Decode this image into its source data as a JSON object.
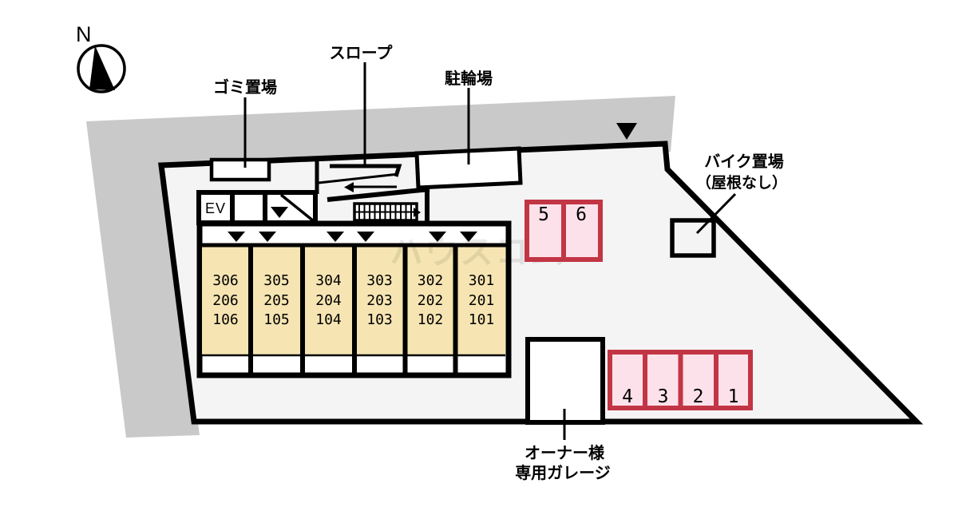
{
  "diagram_type": "apartment-site-plan",
  "compass": {
    "north": "N"
  },
  "labels": {
    "garbage": "ゴミ置場",
    "slope": "スロープ",
    "bicycle": "駐輪場",
    "bike_line1": "バイク置場",
    "bike_line2": "（屋根なし）",
    "owner_line1": "オーナー様",
    "owner_line2": "専用ガレージ",
    "elevator": "EV"
  },
  "units": {
    "columns": [
      {
        "rooms": [
          "306",
          "206",
          "106"
        ]
      },
      {
        "rooms": [
          "305",
          "205",
          "105"
        ]
      },
      {
        "rooms": [
          "304",
          "204",
          "104"
        ]
      },
      {
        "rooms": [
          "303",
          "203",
          "103"
        ]
      },
      {
        "rooms": [
          "302",
          "202",
          "102"
        ]
      },
      {
        "rooms": [
          "301",
          "201",
          "101"
        ]
      }
    ]
  },
  "parking": {
    "top": [
      "5",
      "6"
    ],
    "bottom": [
      "4",
      "3",
      "2",
      "1"
    ]
  },
  "watermark": {
    "text": "ハウスコム"
  },
  "colors": {
    "road": "#c9c9c9",
    "site": "#f4f4f4",
    "unit": "#f6e5b2",
    "pink": "#fde1ea",
    "red": "#c23544",
    "line": "#000000"
  }
}
